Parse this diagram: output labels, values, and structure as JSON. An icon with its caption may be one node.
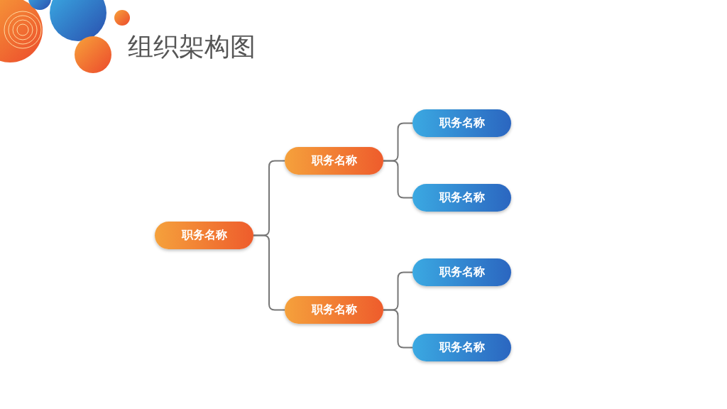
{
  "diagram": {
    "title": "组织架构图",
    "nodes": [
      {
        "text": [
          "职务名称"
        ]
      },
      {
        "text": [
          "职务名称"
        ]
      },
      {
        "text": [
          "职务名称"
        ]
      },
      {
        "text": [
          "职务名称"
        ]
      },
      {
        "text": [
          "职务名称"
        ]
      },
      {
        "text": [
          "职务名称"
        ]
      },
      {
        "text": [
          "职务名称"
        ]
      }
    ],
    "edges": [
      {
        "from": 0,
        "to": 1,
        "arrow": "none"
      },
      {
        "from": 0,
        "to": 2,
        "arrow": "none"
      },
      {
        "from": 1,
        "to": 3,
        "arrow": "none"
      },
      {
        "from": 1,
        "to": 4,
        "arrow": "none"
      },
      {
        "from": 2,
        "to": 5,
        "arrow": "none"
      },
      {
        "from": 2,
        "to": 6,
        "arrow": "none"
      }
    ]
  }
}
